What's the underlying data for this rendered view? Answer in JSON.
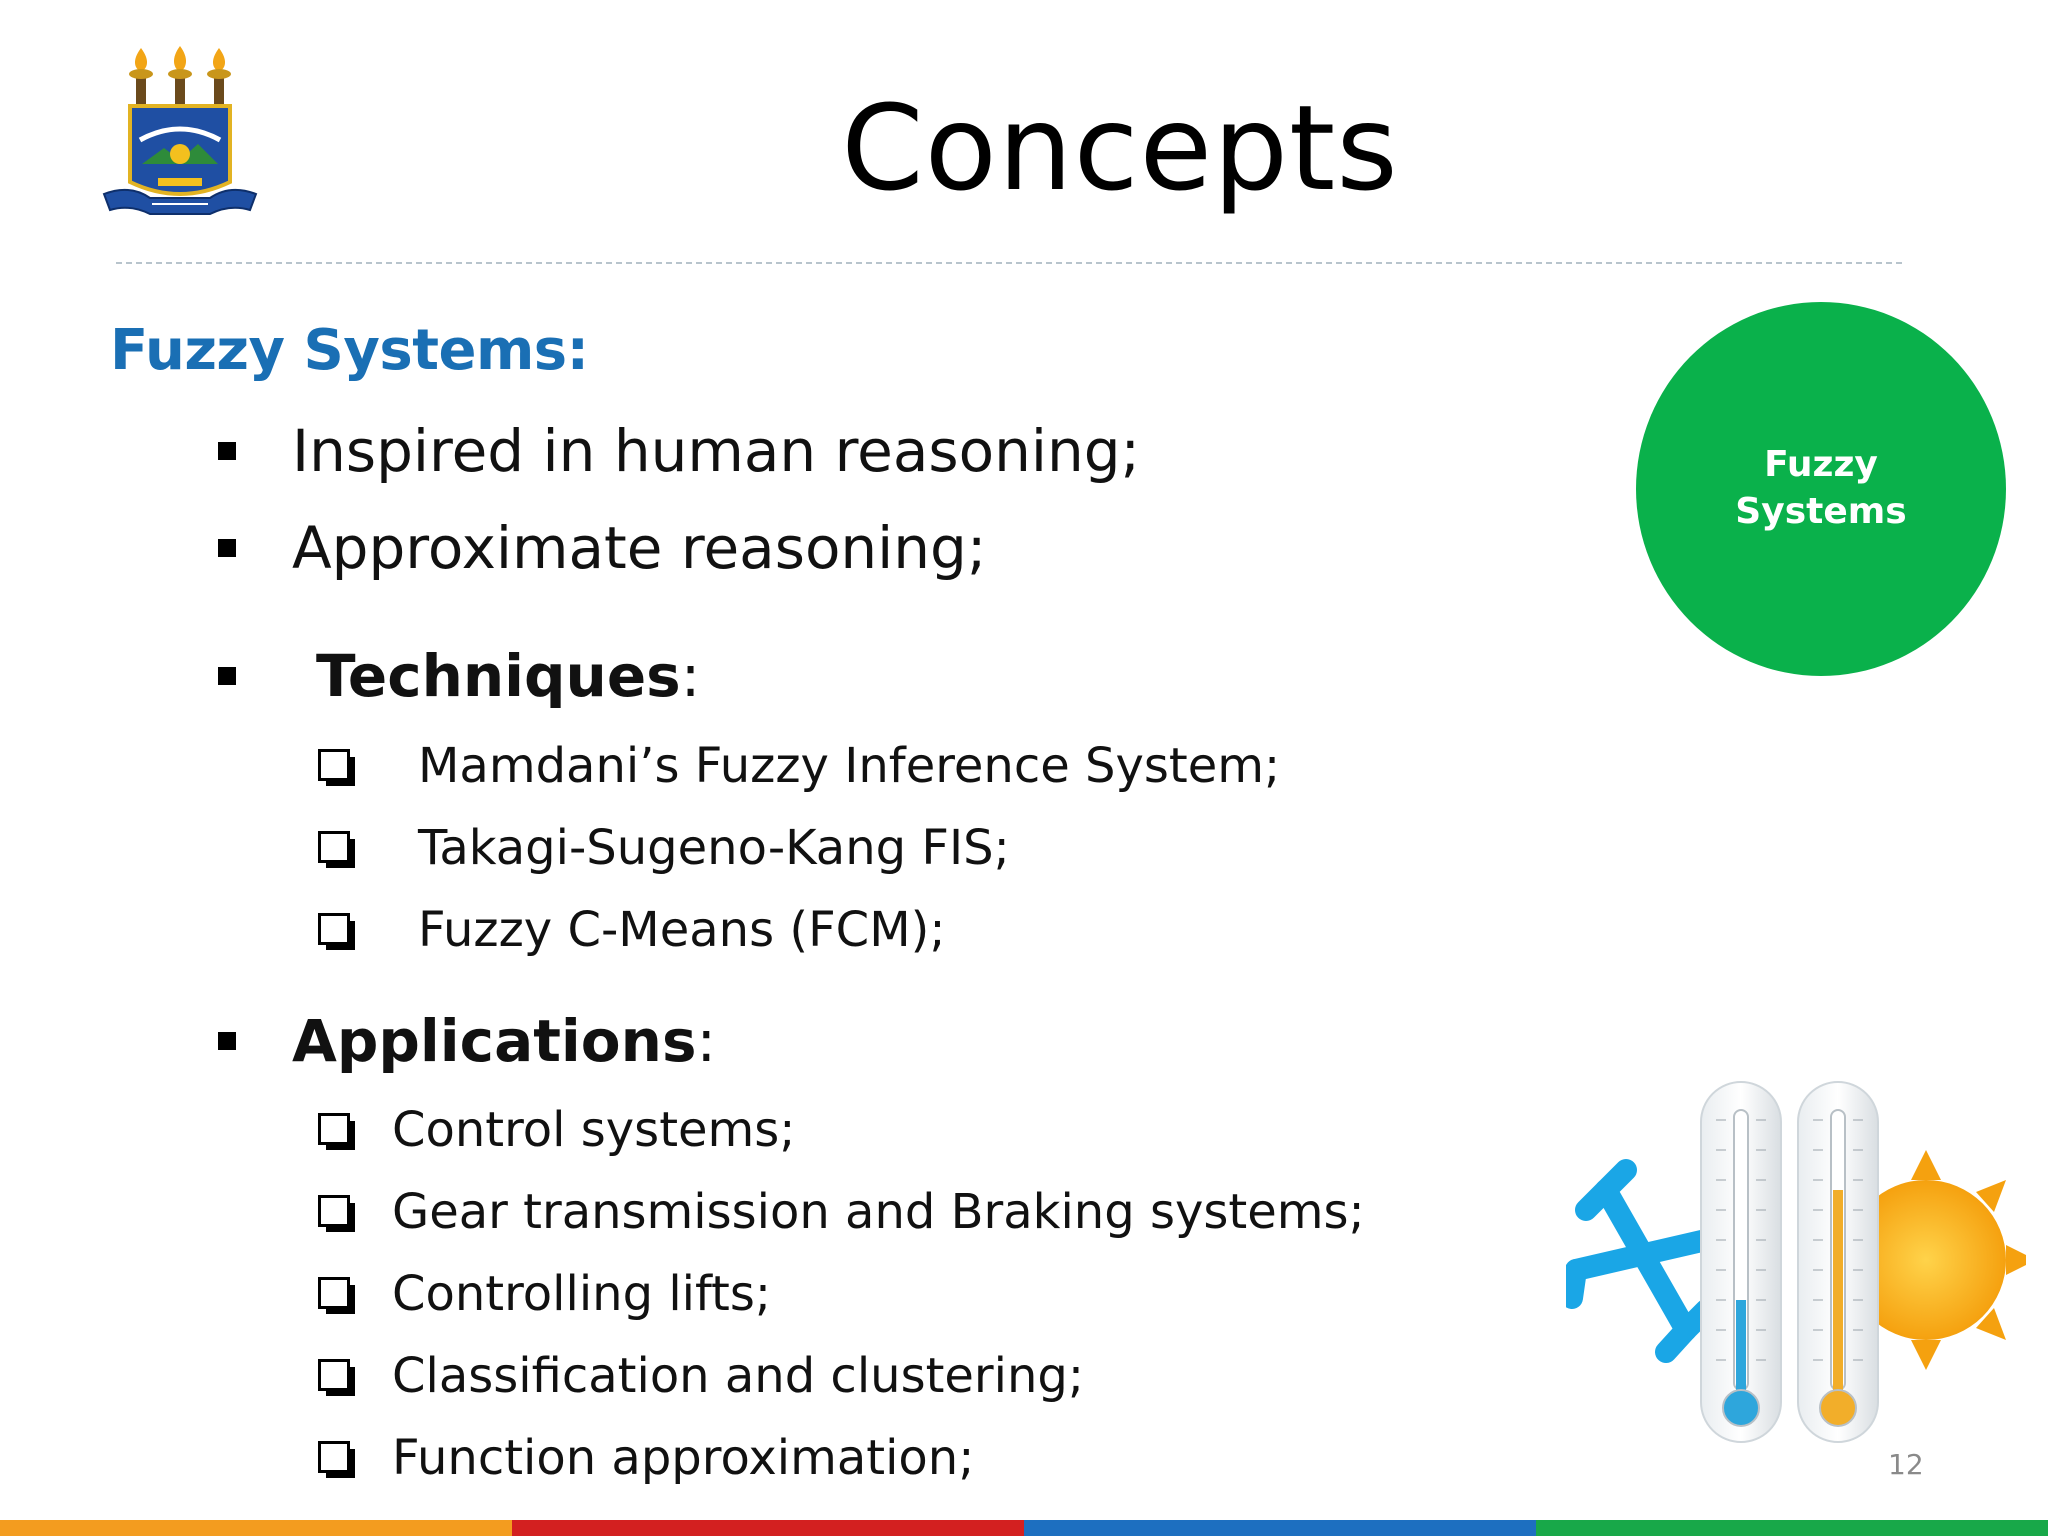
{
  "slide": {
    "title": "Concepts",
    "section_heading": "Fuzzy Systems:",
    "bullets": [
      {
        "text": "Inspired in human reasoning;"
      },
      {
        "text": "Approximate reasoning;"
      }
    ],
    "techniques": {
      "label": "Techniques",
      "suffix": ":",
      "items": [
        "Mamdani’s Fuzzy Inference System;",
        "Takagi-Sugeno-Kang FIS;",
        "Fuzzy C-Means (FCM);"
      ]
    },
    "applications": {
      "label": "Applications",
      "suffix": ":",
      "items": [
        "Control systems;",
        "Gear transmission and Braking systems;",
        "Controlling lifts;",
        "Classification and clustering;",
        "Function approximation;"
      ]
    },
    "circle": {
      "line1": "Fuzzy",
      "line2": "Systems"
    },
    "page_number": "12"
  },
  "colors": {
    "heading_blue": "#1a6fb4",
    "circle_green": "#0ab14b",
    "bottom_bar": [
      "#f39c1f",
      "#d32020",
      "#1d6fc0",
      "#18a849"
    ]
  },
  "icons": {
    "logo": "university-crest-icon",
    "illustration": "thermometers-snowflake-sun-icon",
    "bullet": "square-bullet-icon",
    "sub_bullet": "checkbox-outline-icon"
  }
}
